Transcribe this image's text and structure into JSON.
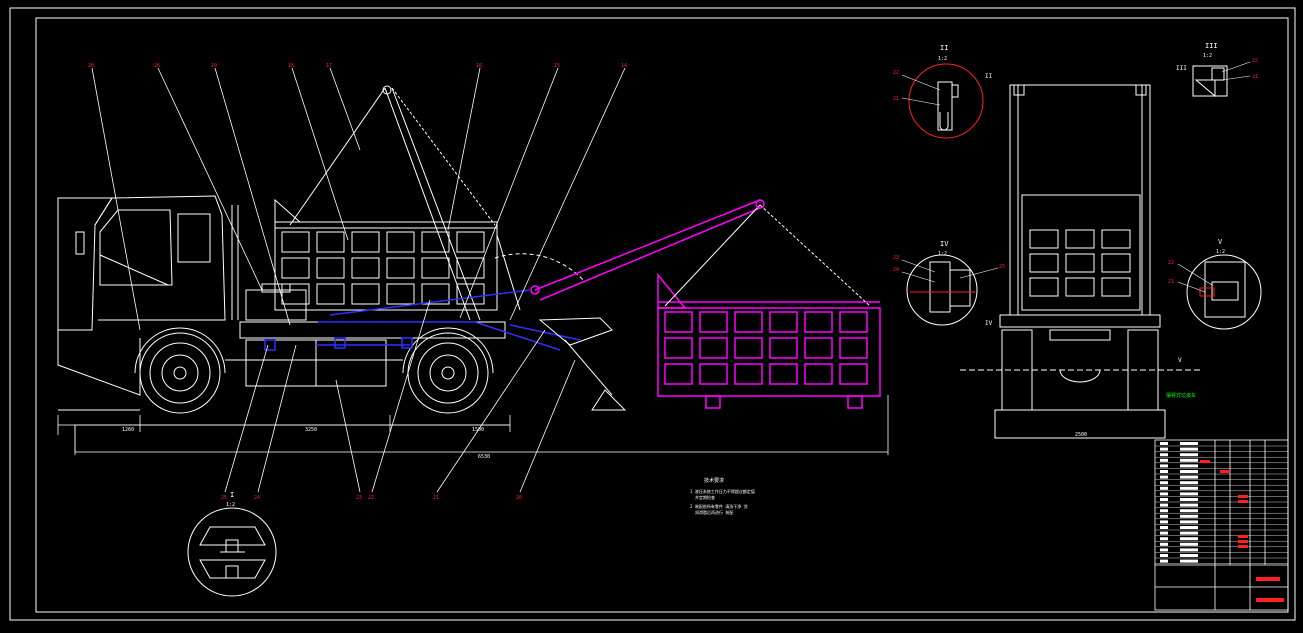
{
  "colors": {
    "background": "#000000",
    "line": "#ffffff",
    "part_callout": "#ff2020",
    "hydraulic": "#3030ff",
    "container_swing": "#ff00ff",
    "note_green": "#00ff00"
  },
  "callouts": {
    "top": [
      "20",
      "26",
      "19",
      "18",
      "17",
      "16",
      "15",
      "14"
    ],
    "bottom": [
      "25",
      "24",
      "23",
      "22",
      "21",
      "20"
    ],
    "detail_ii": [
      "22",
      "21"
    ],
    "detail_iii": [
      "22",
      "21"
    ],
    "detail_iv": [
      "23",
      "24",
      "25"
    ],
    "detail_v": [
      "22",
      "21"
    ]
  },
  "views": {
    "detail_i": "I",
    "detail_ii": "II",
    "detail_iii": "III",
    "detail_iv": "IV",
    "detail_v": "V",
    "scale": "1:2"
  },
  "dimensions": {
    "d1": "1260",
    "d2": "3250",
    "d3": "1500",
    "overall": "6530",
    "rear_width": "2500"
  },
  "notes": {
    "heading": "技术要求",
    "line1": "1  液压系统工作压力不得超过额定值",
    "line1b": "并定期检查",
    "line2": "2  装配前所有零件 清洗干净 涂",
    "line2b": "润滑脂后再进行 装配"
  },
  "rear_label": "摆臂式垃圾车"
}
